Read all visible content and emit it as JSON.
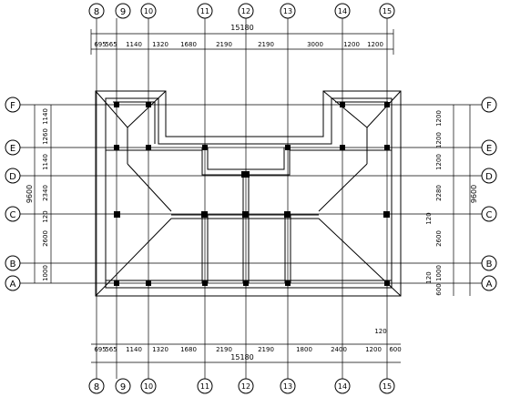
{
  "drawing": {
    "top_total": "15180",
    "bottom_total": "15180",
    "left_total": "9600",
    "right_total": "9600"
  },
  "axes_x": [
    "8",
    "9",
    "10",
    "11",
    "12",
    "13",
    "14",
    "15"
  ],
  "axes_y": [
    "F",
    "E",
    "D",
    "C",
    "B",
    "A"
  ],
  "top_dims": [
    "695",
    "565",
    "1140",
    "1320",
    "1680",
    "2190",
    "2190",
    "3000",
    "1200",
    "1200"
  ],
  "bottom_dims": [
    "695",
    "565",
    "1140",
    "1320",
    "1680",
    "2190",
    "2190",
    "1800",
    "2400",
    "1200",
    "600",
    "120"
  ],
  "left_dims": [
    "1140",
    "1260",
    "1140",
    "2340",
    "120",
    "2600",
    "1000"
  ],
  "right_dims": [
    "1200",
    "1200",
    "1200",
    "2280",
    "120",
    "2600",
    "1000",
    "120",
    "600"
  ]
}
